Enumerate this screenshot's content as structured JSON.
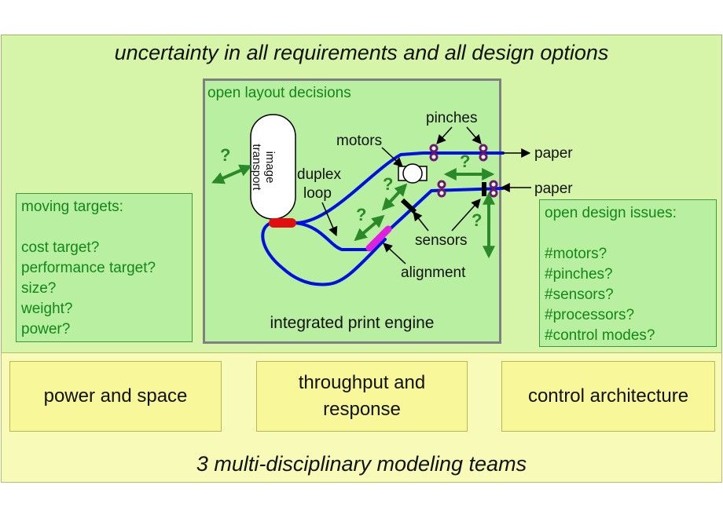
{
  "top_title": "uncertainty in all requirements and all design options",
  "bottom_title": "3 multi-disciplinary modeling teams",
  "moving_targets": {
    "heading": "moving targets:",
    "items": [
      "cost target?",
      "performance target?",
      "size?",
      "weight?",
      "power?"
    ]
  },
  "open_design_issues": {
    "heading": "open design issues:",
    "items": [
      "#motors?",
      "#pinches?",
      "#sensors?",
      "#processors?",
      "#control modes?"
    ]
  },
  "center": {
    "heading": "open layout decisions",
    "footer": "integrated print engine",
    "labels": {
      "image_transport_1": "image",
      "image_transport_2": "transport",
      "duplex_1": "duplex",
      "duplex_2": "loop",
      "motors": "motors",
      "pinches": "pinches",
      "paper_top": "paper",
      "paper_bottom": "paper",
      "sensors": "sensors",
      "alignment": "alignment",
      "question_mark": "?"
    }
  },
  "teams": [
    "power and space",
    "throughput and response",
    "control architecture"
  ],
  "colors": {
    "top_panel": "#d6f5a8",
    "bottom_panel": "#f8fbb8",
    "box_green": "#b8efa0",
    "text_green": "#12871a",
    "path_blue": "#0010e0",
    "arrow_green": "#2a8a2a",
    "pinch_purple": "#6b1a6b",
    "transfer_red": "#e01010",
    "alignment_magenta": "#e020e0"
  }
}
